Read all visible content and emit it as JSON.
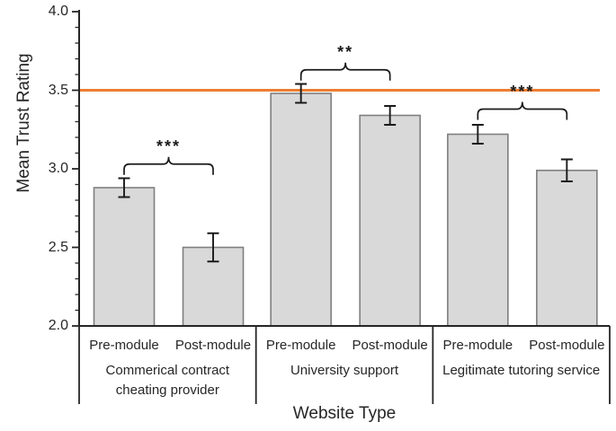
{
  "chart_data": {
    "type": "bar",
    "title": "",
    "xlabel": "Website Type",
    "ylabel": "Mean Trust Rating",
    "ylim": [
      2.0,
      4.0
    ],
    "yticks_major": [
      2.0,
      2.5,
      3.0,
      3.5,
      4.0
    ],
    "ytick_labels": [
      "2.0",
      "2.5",
      "3.0",
      "3.5",
      "4.0"
    ],
    "ytick_minor_step": 0.1,
    "grid": false,
    "legend": false,
    "axis_color": "#262626",
    "reference_line": {
      "value": 3.5,
      "color": "#ED7D31"
    },
    "bar_style": {
      "fill": "#D9D9D9",
      "border": "#7F7F7F"
    },
    "categories": [
      "Pre-module",
      "Post-module"
    ],
    "groups": [
      {
        "label": "Commerical contract cheating provider",
        "label_lines": [
          "Commerical contract",
          "cheating provider"
        ],
        "bars": [
          {
            "label": "Pre-module",
            "value": 2.88,
            "error": 0.06
          },
          {
            "label": "Post-module",
            "value": 2.5,
            "error": 0.09
          }
        ],
        "significance": {
          "stars": "***",
          "bracket_y": 3.03
        }
      },
      {
        "label": "University support",
        "label_lines": [
          "University support"
        ],
        "bars": [
          {
            "label": "Pre-module",
            "value": 3.48,
            "error": 0.06
          },
          {
            "label": "Post-module",
            "value": 3.34,
            "error": 0.06
          }
        ],
        "significance": {
          "stars": "**",
          "bracket_y": 3.63
        }
      },
      {
        "label": "Legitimate tutoring service",
        "label_lines": [
          "Legitimate tutoring service"
        ],
        "bars": [
          {
            "label": "Pre-module",
            "value": 3.22,
            "error": 0.06
          },
          {
            "label": "Post-module",
            "value": 2.99,
            "error": 0.07
          }
        ],
        "significance": {
          "stars": "***",
          "bracket_y": 3.38
        }
      }
    ]
  }
}
